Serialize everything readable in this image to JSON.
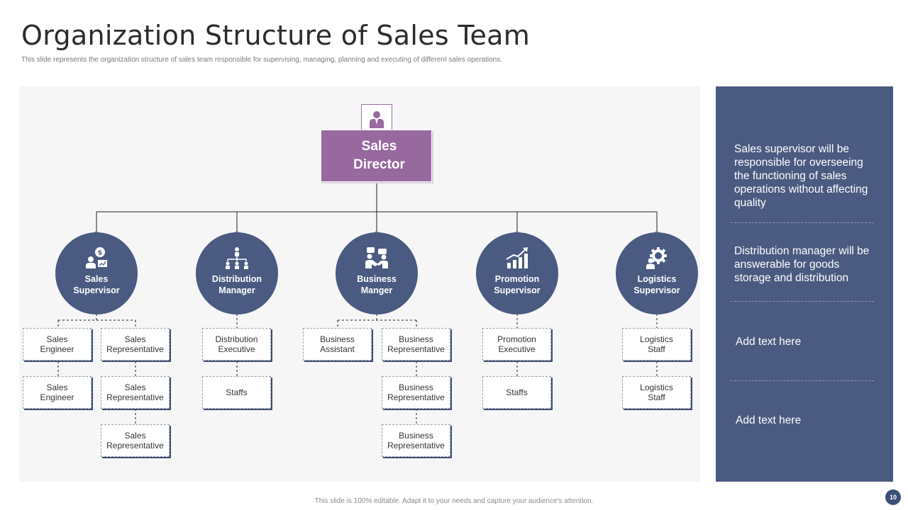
{
  "slide": {
    "title": "Organization Structure of Sales Team",
    "subtitle": "This slide represents the organization structure of sales team responsible for supervising, managing, planning and executing of different sales operations.",
    "footer": "This slide is 100% editable. Adapt it to your needs and capture your audience's attention.",
    "page_number": "10"
  },
  "colors": {
    "navy": "#4a5a80",
    "purple": "#97699f",
    "chart_bg": "#f6f6f6"
  },
  "director": {
    "label": "Sales\nDirector",
    "icon": "person-icon"
  },
  "roles": [
    {
      "label": "Sales\nSupervisor",
      "icon": "money-person-icon"
    },
    {
      "label": "Distribution\nManager",
      "icon": "hierarchy-icon"
    },
    {
      "label": "Business\nManger",
      "icon": "handshake-chat-icon"
    },
    {
      "label": "Promotion\nSupervisor",
      "icon": "growth-chart-icon"
    },
    {
      "label": "Logistics\nSupervisor",
      "icon": "gear-person-icon"
    }
  ],
  "subordinates": {
    "sales": [
      {
        "label": "Sales\nEngineer"
      },
      {
        "label": "Sales\nRepresentative"
      },
      {
        "label": "Sales\nEngineer"
      },
      {
        "label": "Sales\nRepresentative"
      },
      {
        "label": "Sales\nRepresentative"
      }
    ],
    "distribution": [
      {
        "label": "Distribution\nExecutive"
      },
      {
        "label": "Staffs"
      }
    ],
    "business": [
      {
        "label": "Business\nAssistant"
      },
      {
        "label": "Business\nRepresentative"
      },
      {
        "label": "Business\nRepresentative"
      },
      {
        "label": "Business\nRepresentative"
      }
    ],
    "promotion": [
      {
        "label": "Promotion\nExecutive"
      },
      {
        "label": "Staffs"
      }
    ],
    "logistics": [
      {
        "label": "Logistics\nStaff"
      },
      {
        "label": "Logistics\nStaff"
      }
    ]
  },
  "side_panel": [
    "Sales supervisor will be responsible for overseeing the functioning of sales operations without affecting quality",
    "Distribution manager will be answerable for goods storage and distribution",
    "Add text here",
    "Add text here"
  ]
}
